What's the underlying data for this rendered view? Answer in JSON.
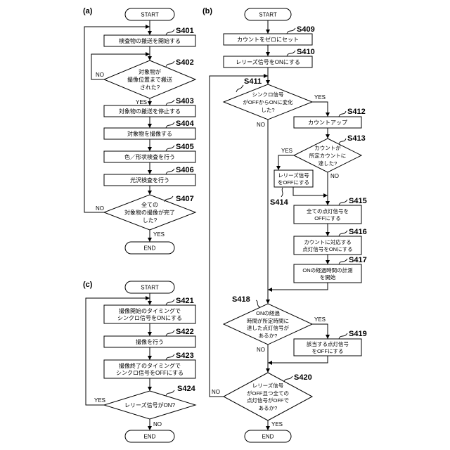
{
  "panels": {
    "a": {
      "label": "(a)",
      "start": "START",
      "end": "END",
      "s401": {
        "id": "S401",
        "lines": [
          "検査物の搬送を開始する"
        ]
      },
      "s402": {
        "id": "S402",
        "lines": [
          "対象物が",
          "撮像位置まで搬送",
          "された?"
        ],
        "yes": "YES",
        "no": "NO"
      },
      "s403": {
        "id": "S403",
        "lines": [
          "対象物の搬送を停止する"
        ]
      },
      "s404": {
        "id": "S404",
        "lines": [
          "対象物を撮像する"
        ]
      },
      "s405": {
        "id": "S405",
        "lines": [
          "色／形状検査を行う"
        ]
      },
      "s406": {
        "id": "S406",
        "lines": [
          "光沢検査を行う"
        ]
      },
      "s407": {
        "id": "S407",
        "lines": [
          "全ての",
          "対象物の撮像が完了",
          "した?"
        ],
        "yes": "YES",
        "no": "NO"
      }
    },
    "b": {
      "label": "(b)",
      "start": "START",
      "end": "END",
      "s409": {
        "id": "S409",
        "lines": [
          "カウントをゼロにセット"
        ]
      },
      "s410": {
        "id": "S410",
        "lines": [
          "レリーズ信号をONにする"
        ]
      },
      "s411": {
        "id": "S411",
        "lines": [
          "シンクロ信号",
          "がOFFからONに変化",
          "した?"
        ],
        "yes": "YES",
        "no": "NO"
      },
      "s412": {
        "id": "S412",
        "lines": [
          "カウントアップ"
        ]
      },
      "s413": {
        "id": "S413",
        "lines": [
          "カウントが",
          "所定カウントに",
          "達した?"
        ],
        "yes": "YES",
        "no": "NO"
      },
      "s414": {
        "id": "S414",
        "lines": [
          "レリーズ信号",
          "をOFFにする"
        ]
      },
      "s415": {
        "id": "S415",
        "lines": [
          "全ての点灯信号を",
          "OFFにする"
        ]
      },
      "s416": {
        "id": "S416",
        "lines": [
          "カウントに対応する",
          "点灯信号をONにする"
        ]
      },
      "s417": {
        "id": "S417",
        "lines": [
          "ONの経過時間の計測",
          "を開始"
        ]
      },
      "s418": {
        "id": "S418",
        "lines": [
          "ONの経過",
          "時間が所定時間に",
          "達した点灯信号が",
          "あるか?"
        ],
        "yes": "YES",
        "no": "NO"
      },
      "s419": {
        "id": "S419",
        "lines": [
          "該当する点灯信号",
          "をOFFにする"
        ]
      },
      "s420": {
        "id": "S420",
        "lines": [
          "レリーズ信号",
          "がOFF且つ全ての",
          "点灯信号がOFFで",
          "あるか?"
        ],
        "yes": "YES",
        "no": "NO"
      }
    },
    "c": {
      "label": "(c)",
      "start": "START",
      "end": "END",
      "s421": {
        "id": "S421",
        "lines": [
          "撮像開始のタイミングで",
          "シンクロ信号をONにする"
        ]
      },
      "s422": {
        "id": "S422",
        "lines": [
          "撮像を行う"
        ]
      },
      "s423": {
        "id": "S423",
        "lines": [
          "撮像終了のタイミングで",
          "シンクロ信号をOFFにする"
        ]
      },
      "s424": {
        "id": "S424",
        "lines": [
          "レリーズ信号がON?"
        ],
        "yes": "YES",
        "no": "NO"
      }
    }
  }
}
